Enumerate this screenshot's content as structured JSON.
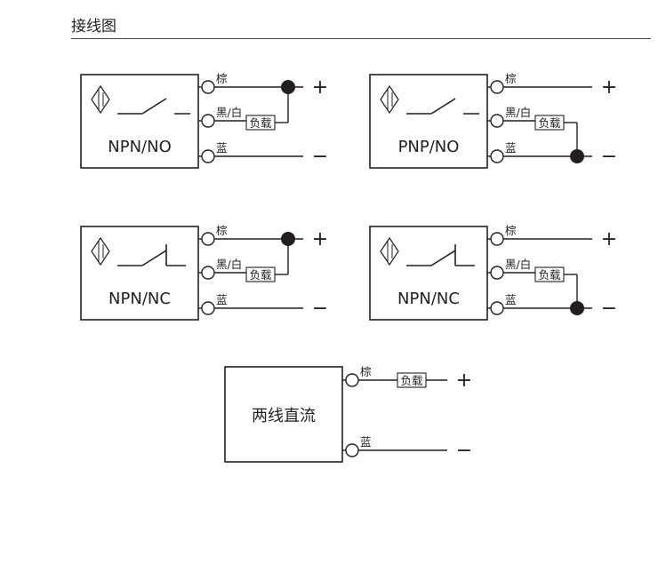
{
  "section": {
    "title": "接线图"
  },
  "colors": {
    "stroke": "#231f20",
    "background": "#ffffff"
  },
  "labels": {
    "brown": "棕",
    "black_white": "黑/白",
    "blue": "蓝",
    "load": "负载",
    "plus": "+",
    "minus": "−"
  },
  "diagrams": [
    {
      "id": "npn-no",
      "name": "NPN/NO",
      "switch": "NO",
      "load_to": "plus",
      "wires": [
        "brown",
        "black_white",
        "blue"
      ]
    },
    {
      "id": "pnp-no",
      "name": "PNP/NO",
      "switch": "NO",
      "load_to": "minus",
      "wires": [
        "brown",
        "black_white",
        "blue"
      ]
    },
    {
      "id": "npn-nc-1",
      "name": "NPN/NC",
      "switch": "NC",
      "load_to": "plus",
      "wires": [
        "brown",
        "black_white",
        "blue"
      ]
    },
    {
      "id": "npn-nc-2",
      "name": "NPN/NC",
      "switch": "NC",
      "load_to": "minus",
      "wires": [
        "brown",
        "black_white",
        "blue"
      ]
    },
    {
      "id": "two-wire-dc",
      "name": "两线直流",
      "switch": "none",
      "load_to": "series",
      "wires": [
        "brown",
        "blue"
      ]
    }
  ]
}
